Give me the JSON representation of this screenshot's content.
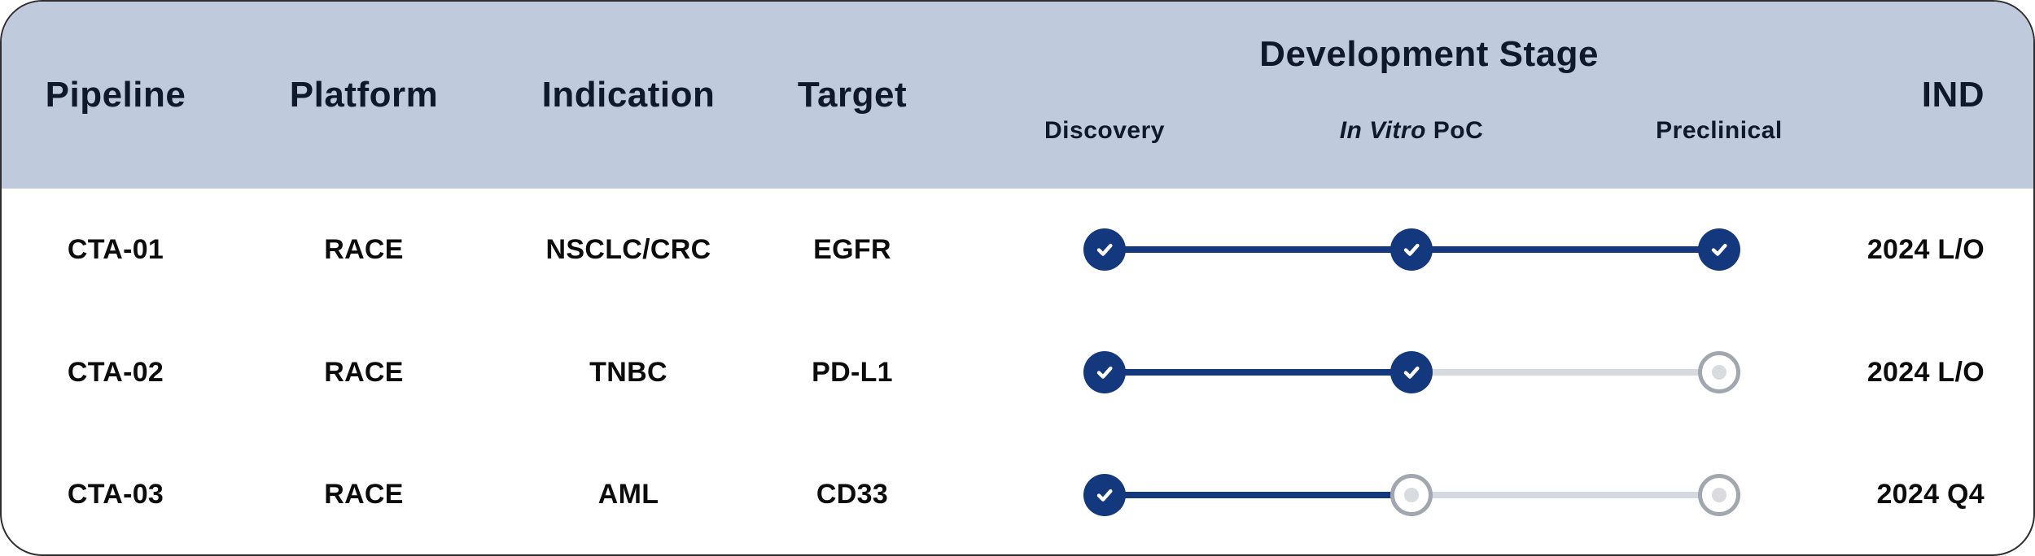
{
  "table": {
    "header": {
      "pipeline": "Pipeline",
      "platform": "Platform",
      "indication": "Indication",
      "target": "Target",
      "stage_group": "Development Stage",
      "stage_labels": [
        {
          "italic": "",
          "rest": "Discovery"
        },
        {
          "italic": "In Vitro ",
          "rest": "PoC"
        },
        {
          "italic": "",
          "rest": "Preclinical"
        }
      ],
      "ind": "IND"
    },
    "rows": [
      {
        "pipeline": "CTA-01",
        "platform": "RACE",
        "indication": "NSCLC/CRC",
        "target": "EGFR",
        "stages": [
          "complete",
          "complete",
          "complete"
        ],
        "segments": [
          "complete",
          "complete"
        ],
        "ind": "2024 L/O"
      },
      {
        "pipeline": "CTA-02",
        "platform": "RACE",
        "indication": "TNBC",
        "target": "PD-L1",
        "stages": [
          "complete",
          "complete",
          "pending"
        ],
        "segments": [
          "complete",
          "pending"
        ],
        "ind": "2024 L/O"
      },
      {
        "pipeline": "CTA-03",
        "platform": "RACE",
        "indication": "AML",
        "target": "CD33",
        "stages": [
          "complete",
          "pending",
          "pending"
        ],
        "segments": [
          "complete",
          "pending"
        ],
        "ind": "2024 Q4"
      }
    ]
  },
  "colors": {
    "header_background": "#bfcbdd",
    "header_text": "#10182b",
    "body_text": "#0c0c0c",
    "complete_navy": "#14387e",
    "pending_ring": "#a2a7af",
    "pending_dot": "#d9dbdf",
    "pending_line": "#d7d9e1",
    "card_border": "#2e2e2e",
    "card_background": "#ffffff"
  },
  "icons": {
    "complete_marker": "check-icon",
    "pending_marker": "circle-dot-icon"
  }
}
